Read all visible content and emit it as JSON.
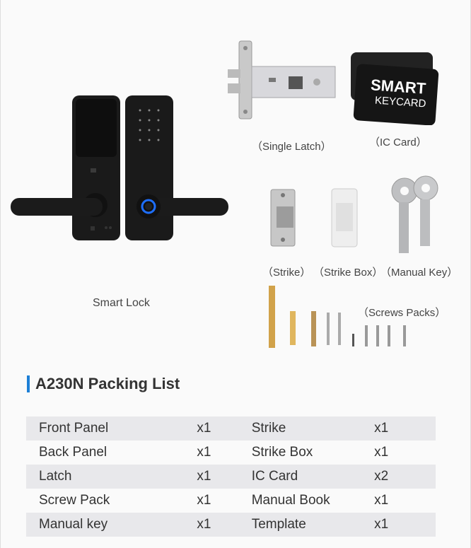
{
  "product_labels": {
    "smart_lock": "Smart Lock",
    "single_latch": "（Single Latch）",
    "ic_card": "（IC Card）",
    "strike": "（Strike）",
    "strike_box": "（Strike Box）",
    "manual_key": "（Manual Key）",
    "screws_packs": "（Screws Packs）"
  },
  "card_text": {
    "line1": "SMART",
    "line2": "KEYCARD"
  },
  "section_title": "A230N Packing List",
  "packing_list": [
    {
      "item1": "Front Panel",
      "qty1": "x1",
      "item2": "Strike",
      "qty2": "x1"
    },
    {
      "item1": "Back Panel",
      "qty1": "x1",
      "item2": "Strike Box",
      "qty2": "x1"
    },
    {
      "item1": "Latch",
      "qty1": "x1",
      "item2": "IC Card",
      "qty2": "x2"
    },
    {
      "item1": "Screw Pack",
      "qty1": "x1",
      "item2": "Manual Book",
      "qty2": "x1"
    },
    {
      "item1": "Manual key",
      "qty1": "x1",
      "item2": "Template",
      "qty2": "x1"
    }
  ],
  "colors": {
    "accent": "#1d7fd6",
    "lock_body": "#1a1a1a",
    "fingerprint_ring": "#1e6fff"
  }
}
